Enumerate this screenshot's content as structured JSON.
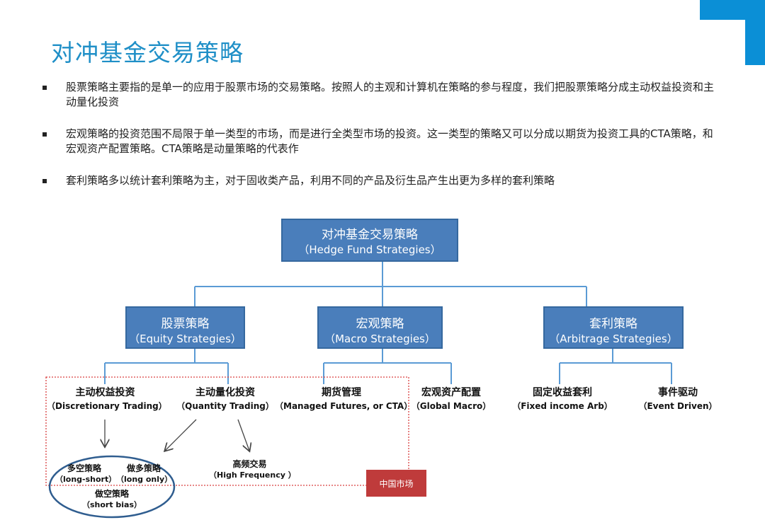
{
  "title": "对冲基金交易策略",
  "bullets": [
    "股票策略主要指的是单一的应用于股票市场的交易策略。按照人的主观和计算机在策略的参与程度，我们把股票策略分成主动权益投资和主动量化投资",
    "宏观策略的投资范围不局限于单一类型的市场，而是进行全类型市场的投资。这一类型的策略又可以分成以期货为投资工具的CTA策略，和宏观资产配置策略。CTA策略是动量策略的代表作",
    "套利策略多以统计套利策略为主，对于固收类产品，利用不同的产品及衍生品产生出更为多样的套利策略"
  ],
  "diagram": {
    "root": {
      "zh": "对冲基金交易策略",
      "en": "（Hedge Fund Strategies）"
    },
    "level1": [
      {
        "zh": "股票策略",
        "en": "（Equity Strategies）"
      },
      {
        "zh": "宏观策略",
        "en": "（Macro Strategies）"
      },
      {
        "zh": "套利策略",
        "en": "（Arbitrage Strategies）"
      }
    ],
    "level2": [
      {
        "zh": "主动权益投资",
        "en": "（Discretionary Trading）"
      },
      {
        "zh": "主动量化投资",
        "en": "（Quantity Trading）"
      },
      {
        "zh": "期货管理",
        "en": "（Managed Futures, or CTA）"
      },
      {
        "zh": "宏观资产配置",
        "en": "（Global Macro）"
      },
      {
        "zh": "固定收益套利",
        "en": "（Fixed income Arb）"
      },
      {
        "zh": "事件驱动",
        "en": "（Event Driven）"
      }
    ],
    "level3": [
      {
        "zh": "多空策略",
        "en": "（long-short）"
      },
      {
        "zh": "做多策略",
        "en": "（long only）"
      },
      {
        "zh": "做空策略",
        "en": "（short bias）"
      },
      {
        "zh": "高频交易",
        "en": "（High Frequency ）"
      }
    ],
    "china_market_label": "中国市场"
  },
  "colors": {
    "box_fill": "#4a7ebb",
    "connector": "#5b9bd5",
    "title": "#1f8fc7",
    "china_box": "#bf3b3b",
    "dashed_border": "#d94040"
  }
}
